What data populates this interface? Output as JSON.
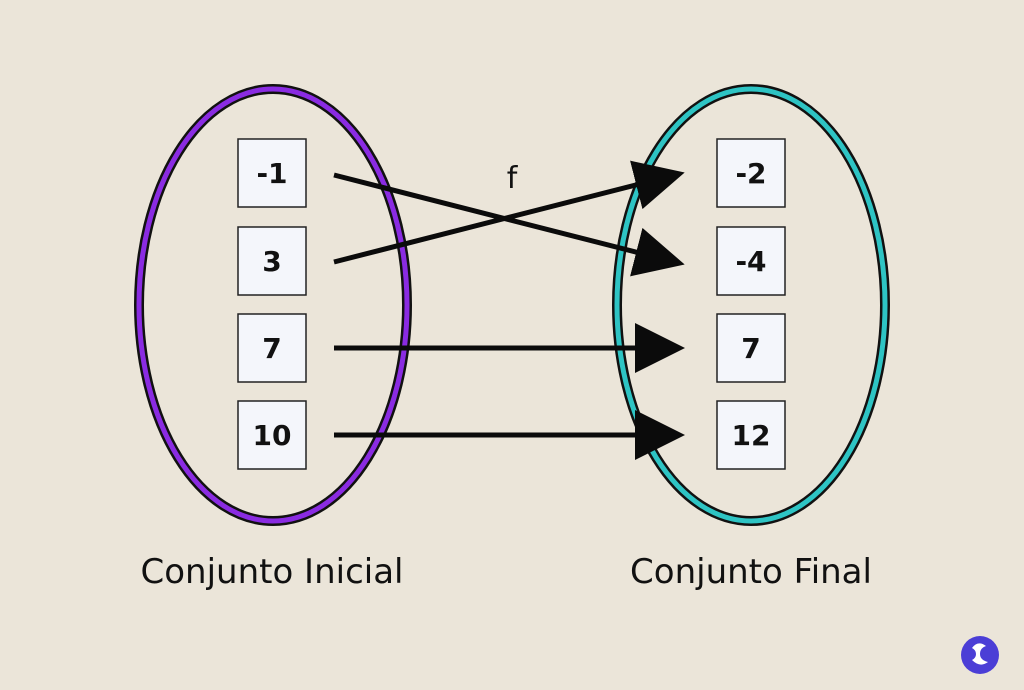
{
  "function_label": "f",
  "sets": {
    "initial": {
      "label": "Conjunto Inicial",
      "color": "#8a2be2",
      "elements": [
        "-1",
        "3",
        "7",
        "10"
      ]
    },
    "final": {
      "label": "Conjunto Final",
      "color": "#2ec4c4",
      "elements": [
        "-2",
        "-4",
        "7",
        "12"
      ]
    }
  },
  "mappings": [
    {
      "from": "-1",
      "to": "-4"
    },
    {
      "from": "3",
      "to": "-2"
    },
    {
      "from": "7",
      "to": "7"
    },
    {
      "from": "10",
      "to": "12"
    }
  ],
  "colors": {
    "background": "#ebe5d9",
    "box_fill": "#f4f6fb",
    "arrow": "#0b0b0b",
    "logo": "#4b3ed6"
  },
  "logo_icon": "brand-logo-icon"
}
